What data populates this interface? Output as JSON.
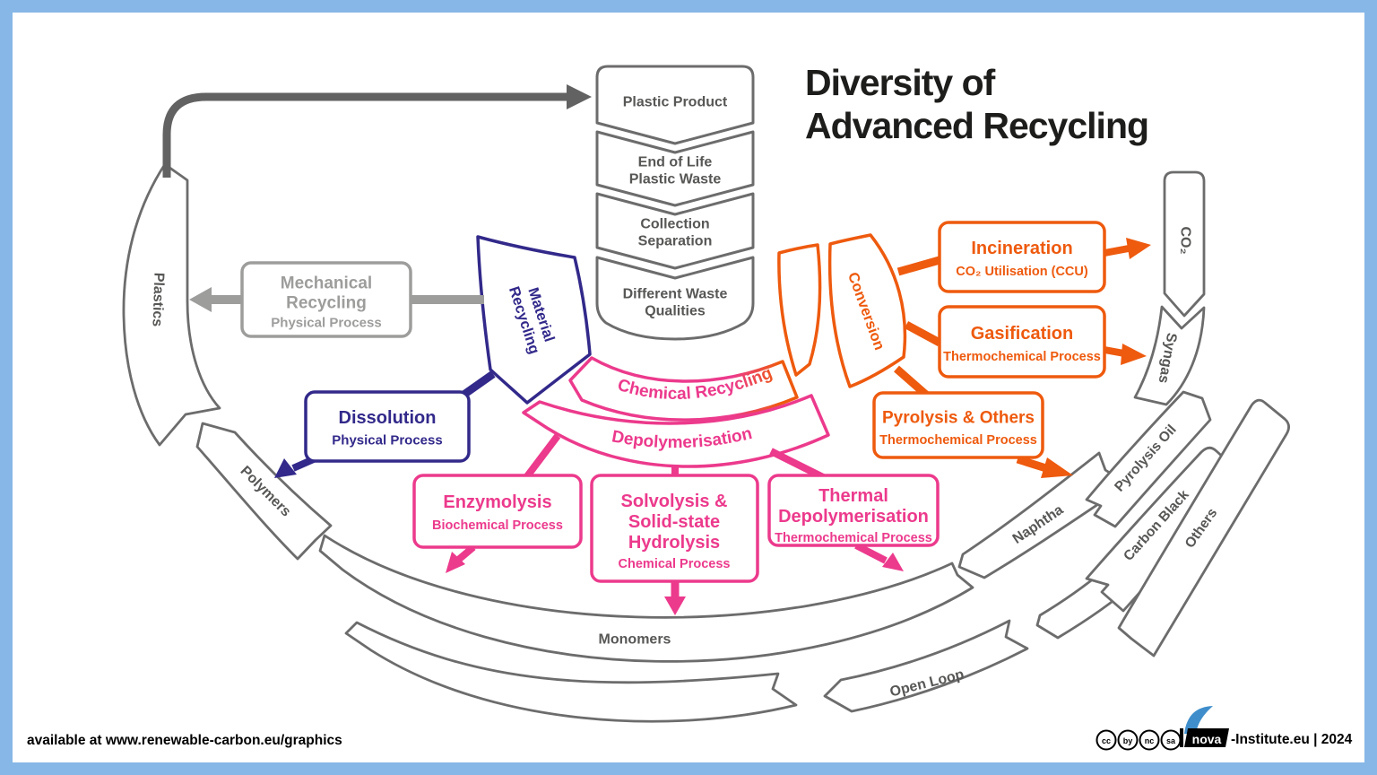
{
  "title": {
    "line1": "Diversity of",
    "line2": "Advanced Recycling"
  },
  "flow_stack": {
    "box1": "Plastic Product",
    "box2_line1": "End of Life",
    "box2_line2": "Plastic Waste",
    "box3_line1": "Collection",
    "box3_line2": "Separation",
    "box4_line1": "Different Waste",
    "box4_line2": "Qualities"
  },
  "wedges": {
    "material_line1": "Material",
    "material_line2": "Recycling",
    "chemical": "Chemical Recycling",
    "conversion": "Conversion",
    "depolymerisation": "Depolymerisation"
  },
  "process_boxes": {
    "mechanical": {
      "t1": "Mechanical",
      "t2": "Recycling",
      "sub": "Physical Process"
    },
    "dissolution": {
      "t1": "Dissolution",
      "sub": "Physical Process"
    },
    "enzymolysis": {
      "t1": "Enzymolysis",
      "sub": "Biochemical Process"
    },
    "solvolysis": {
      "t1": "Solvolysis &",
      "t2": "Solid-state",
      "t3": "Hydrolysis",
      "sub": "Chemical Process"
    },
    "thermal": {
      "t1": "Thermal",
      "t2": "Depolymerisation",
      "sub": "Thermochemical Process"
    },
    "incineration": {
      "t1": "Incineration",
      "sub": "CO₂ Utilisation (CCU)"
    },
    "gasification": {
      "t1": "Gasification",
      "sub": "Thermochemical Process"
    },
    "pyrolysis": {
      "t1": "Pyrolysis & Others",
      "sub": "Thermochemical Process"
    }
  },
  "ring": {
    "plastics": "Plastics",
    "polymers": "Polymers",
    "monomers": "Monomers",
    "naphtha": "Naphtha",
    "syngas": "Syngas",
    "co2": "CO₂",
    "open_loop": "Open Loop",
    "pyrolysis_oil": "Pyrolysis Oil",
    "carbon_black": "Carbon Black",
    "others": "Others"
  },
  "footer": {
    "availability": "available at www.renewable-carbon.eu/graphics",
    "license": [
      "cc",
      "by",
      "nc",
      "sa"
    ],
    "logo_text": "nova",
    "credit": "-Institute.eu | 2024"
  },
  "colors": {
    "frame": "#86b7e6",
    "gray": "#6d6c6c",
    "light_gray": "#9d9d9c",
    "dark_arrow": "#636262",
    "indigo": "#32298a",
    "pink": "#ec3a8c",
    "orange": "#ee5a0e",
    "ink": "#1d1d1b",
    "logo_blue": "#3f8ecb"
  }
}
